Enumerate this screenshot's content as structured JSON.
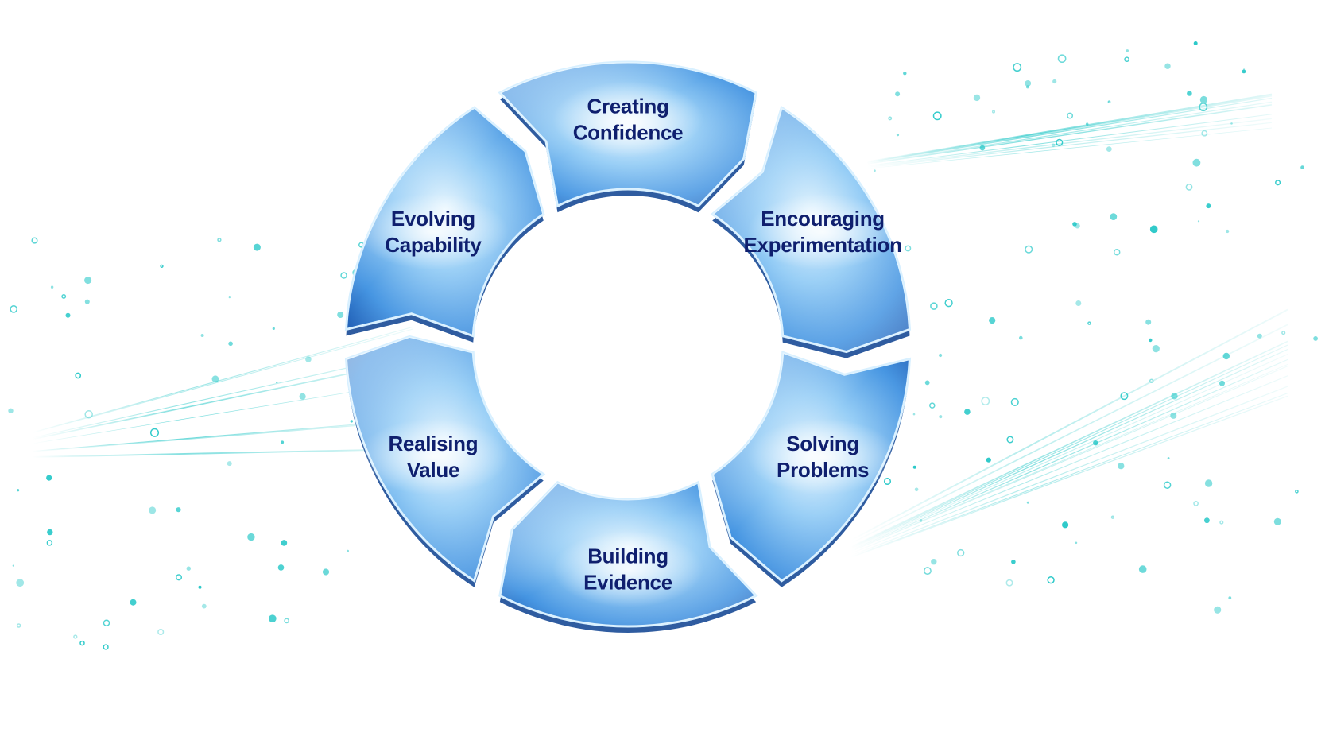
{
  "diagram": {
    "type": "cycle",
    "colors": {
      "segment_light": "#bfe6ff",
      "segment_mid": "#3f9ae6",
      "segment_dark": "#0a4fb0",
      "edge": "#0d3f8f",
      "text": "#0f1f6e",
      "particles": "#1fc6c6"
    },
    "segments": [
      {
        "id": "creating-confidence",
        "lines": [
          "Creating",
          "Confidence"
        ]
      },
      {
        "id": "encouraging-experimentation",
        "lines": [
          "Encouraging",
          "Experimentation"
        ]
      },
      {
        "id": "solving-problems",
        "lines": [
          "Solving",
          "Problems"
        ]
      },
      {
        "id": "building-evidence",
        "lines": [
          "Building",
          "Evidence"
        ]
      },
      {
        "id": "realising-value",
        "lines": [
          "Realising",
          "Value"
        ]
      },
      {
        "id": "evolving-capability",
        "lines": [
          "Evolving",
          "Capability"
        ]
      }
    ]
  }
}
